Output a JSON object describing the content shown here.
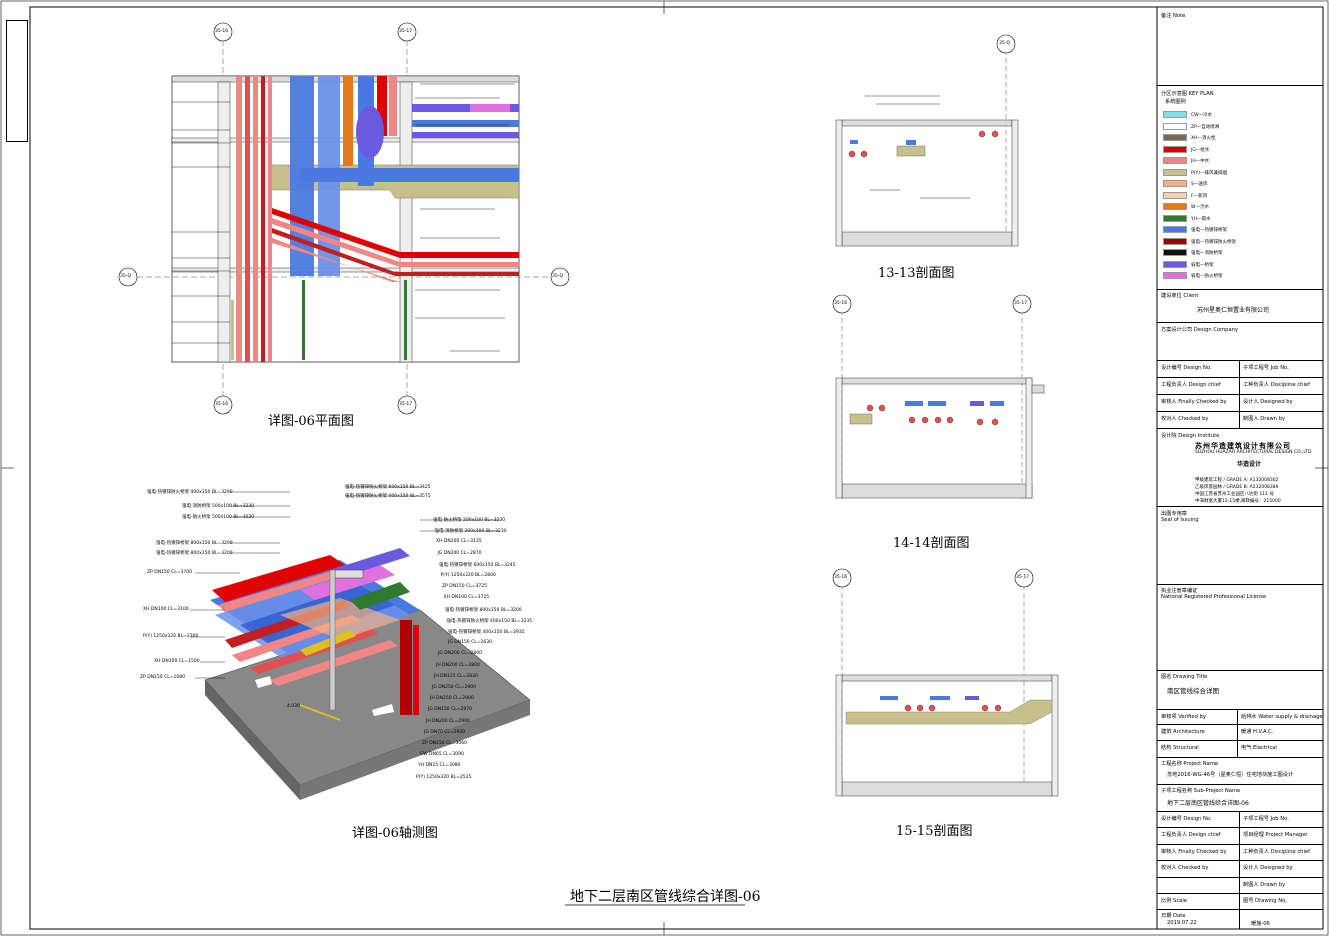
{
  "sheet_title": "地下二层南区管线综合详图-06",
  "plan": {
    "caption": "详图-06平面图",
    "grid_top": [
      "35-16",
      "35-17"
    ],
    "grid_bottom": [
      "35-16",
      "35-17"
    ],
    "grid_side": [
      "35-Q",
      "35-Q"
    ]
  },
  "axon": {
    "caption": "详图-06轴测图",
    "labels_left": [
      "强电-热镀锌防火桥架 400x150 BL=3290",
      "强电-消防桥架 500x100 BL=3230",
      "强电-防火桥架 500x100 BL=3030",
      "强电-热镀锌桥架 800x150 BL=3200",
      "强电-热镀锌桥架 800x150 BL=3200",
      "ZP DN150 CL=3700",
      "XH DN100 CL=3100",
      "P(Y) 1250x320 BL=2300",
      "XH DN100 CL=1500",
      "ZP DN150 CL=1080"
    ],
    "labels_right": [
      "强电-热镀锌防火桥架 600x150 BL=3425",
      "强电-热镀锌防火桥架 400x150 BL=3575",
      "强电-防火桥架 200x100 BL=3230",
      "强电-消防桥架 300x100 BL=3230",
      "XH DN200 CL=3135",
      "JG DN200 CL=2870",
      "强电-热镀锌桥架 600x150 BL=3245",
      "P(Y) 1250x320 BL=2800",
      "ZP DN150 CL=3725",
      "XH DN100 CL=3725",
      "强电-热镀锌桥架 800x150 BL=3200",
      "强电-热镀锌防火桥架 400x150 BL=3235",
      "强电-热镀锌桥架 400x150 BL=2935",
      "JG DN150 CL=2630",
      "JG DN200 CL=2800",
      "JH DN200 CL=2800",
      "JH DN125 CL=2830",
      "JG DN250 CL=2900",
      "JH DN250 CL=2900",
      "JG DN150 CL=2970",
      "JH DN200 CL=2900",
      "JG DN70 CL=2930",
      "ZP DN150 CL=3060",
      "CW DN65 CL=3090",
      "YH DN25 CL=3080",
      "P(Y) 1250x320 BL=2535"
    ],
    "dim": "4,030"
  },
  "sections": [
    {
      "caption": "13-13剖面图",
      "grid": [
        "35-Q"
      ]
    },
    {
      "caption": "14-14剖面图",
      "grid": [
        "35-16",
        "35-17"
      ]
    },
    {
      "caption": "15-15剖面图",
      "grid": [
        "35-16",
        "35-17"
      ]
    }
  ],
  "titleblock": {
    "note": "备注 Note",
    "keyplan": "分区示意图 KEY PLAN",
    "legend_title": "系统图例",
    "legend": [
      {
        "color": "#7fe3e6",
        "label": "CW—冷水"
      },
      {
        "color": "#ffffff",
        "label": "ZP—自动喷淋"
      },
      {
        "color": "#7a6a55",
        "label": "XH—消火栓"
      },
      {
        "color": "#e00000",
        "label": "JG—给水"
      },
      {
        "color": "#f28585",
        "label": "JH—中水"
      },
      {
        "color": "#c8c08a",
        "label": "P(Y)—排风兼排烟"
      },
      {
        "color": "#f2b183",
        "label": "S—送风"
      },
      {
        "color": "#f5d2b0",
        "label": "F—新风"
      },
      {
        "color": "#e07a1a",
        "label": "W—污水"
      },
      {
        "color": "#2e7a2e",
        "label": "YH—雨水"
      },
      {
        "color": "#4a7ae0",
        "label": "强电—热镀锌桥架"
      },
      {
        "color": "#a00000",
        "label": "强电—热镀锌防火桥架"
      },
      {
        "color": "#111111",
        "label": "强电—消防桥架"
      },
      {
        "color": "#6a5ae0",
        "label": "弱电—桥架"
      },
      {
        "color": "#e070e0",
        "label": "弱电—防火桥架"
      }
    ],
    "client_label": "建设单位 Client",
    "client": "苏州星奥仁恒置业有限公司",
    "design_company": "方案设计公司 Design Company",
    "design_no": "设计编号 Design No.",
    "job_no": "子项工程号 Job No.",
    "design_chief": "工程负责人 Design chief",
    "discipline_chief": "工种负责人 Discipline chief",
    "checked": "审核人 Finally Checked by",
    "designed": "设计人 Designed by",
    "checked_by": "校对人 Checked by",
    "drawn": "制图人 Drawn by",
    "institute_label": "设计院 Design Institute",
    "institute_cn": "苏州华造建筑设计有限公司",
    "institute_en": "SUZHOU HUAZAO ARCHITECTURAL DESIGN CO.,LTD",
    "logo_text": "华造设计",
    "grade1": "甲级建筑工程 / GRADE A: A132008302",
    "grade2": "乙级风景园林 / GRADE B: A232008389",
    "address1": "中国江苏省苏州工业园区八达街 111 号",
    "address2": "中海财富大厦12-15楼,邮政编号：215000",
    "seal_label": "出图专用章",
    "seal_en": "Seal of Issuing",
    "license_label": "执业注册章编证",
    "license_en": "National Registered Professional License",
    "drawing_title_label": "图名 Drawing Title",
    "drawing_title": "南区管线综合详图",
    "verified": "审核项 Verified by",
    "water": "给排水 Water supply & drainage",
    "arch": "建筑 Architecture",
    "hvac": "暖通 H.V.A.C.",
    "struct": "结构 Structural",
    "elec": "电气 Electrical",
    "project_label": "工程名称 Project Name",
    "project": "苏地2016-WG-46号（星奥仁恒）住宅地块施工图设计",
    "subproject_label": "子项工程名称 Sub-Project Name",
    "subproject": "地下二层南区管线综合详图-06",
    "project_manager": "项目经理 Project Manager",
    "scale": "比例 Scale",
    "drawing_no_label": "图号 Drawing No.",
    "date_label": "日期 Date",
    "date": "2019.07.22",
    "drawing_no": "暖施-06"
  }
}
